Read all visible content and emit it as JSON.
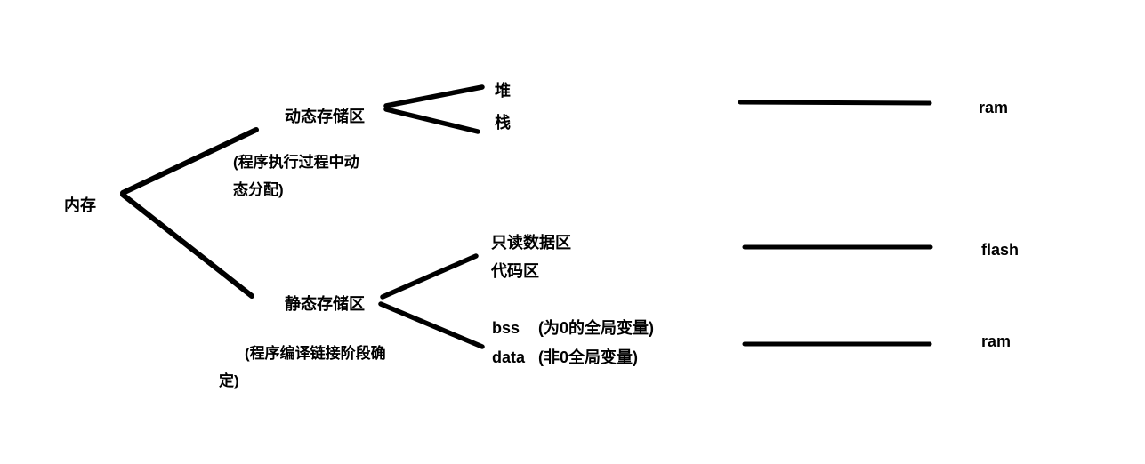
{
  "diagram": {
    "title_hint": "memory-layout-tree",
    "root": {
      "label": "内存"
    },
    "branches": [
      {
        "label": "动态存储区",
        "note_line1": "(程序执行过程中动",
        "note_line2": "态分配)",
        "children": [
          {
            "label": "堆"
          },
          {
            "label": "栈"
          }
        ],
        "memory_type": "ram"
      },
      {
        "label": "静态存储区",
        "note_line1": "(程序编译链接阶段确",
        "note_line2": "定)",
        "children_top": [
          {
            "label": "只读数据区"
          },
          {
            "label": "代码区"
          }
        ],
        "children_bottom": [
          {
            "name": "bss",
            "desc": "(为0的全局变量)"
          },
          {
            "name": "data",
            "desc": "(非0全局变量)"
          }
        ],
        "memory_type_top": "flash",
        "memory_type_bottom": "ram"
      }
    ],
    "memory_labels": {
      "ram_top": "ram",
      "flash": "flash",
      "ram_bottom": "ram"
    }
  },
  "colors": {
    "ink": "#000000",
    "background": "#ffffff"
  }
}
